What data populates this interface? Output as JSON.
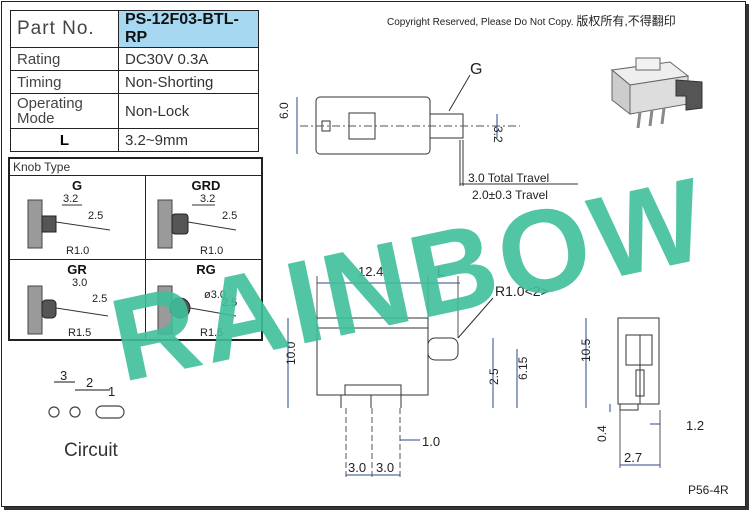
{
  "copyright": {
    "latin": "Copyright Reserved, Please Do Not Copy.",
    "cjk": "版权所有,不得翻印"
  },
  "spec_table": {
    "part_no_label": "Part No.",
    "part_no_value": "PS-12F03-BTL-RP",
    "rating_label": "Rating",
    "rating_value": "DC30V 0.3A",
    "timing_label": "Timing",
    "timing_value": "Non-Shorting",
    "operating_mode_label_1": "Operating",
    "operating_mode_label_2": "Mode",
    "operating_mode_value": "Non-Lock",
    "l_label": "L",
    "l_value": "3.2~9mm"
  },
  "knob": {
    "title": "Knob Type",
    "types": [
      "G",
      "GRD",
      "GR",
      "RG"
    ],
    "dims": {
      "g_w": "3.2",
      "g_h": "2.5",
      "g_r": "R1.0",
      "grd_w": "3.2",
      "grd_h": "2.5",
      "grd_r": "R1.0",
      "gr_w": "3.0",
      "gr_h": "2.5",
      "gr_r": "R1.5",
      "rg_d": "ø3.0",
      "rg_h": "2.5",
      "rg_r": "R1.5"
    }
  },
  "watermark": "RAINBOW",
  "top_view": {
    "knob_label": "G",
    "width_dim": "6.0",
    "knob_dim": "3.2",
    "total_travel": "3.0 Total Travel",
    "travel": "2.0±0.3 Travel"
  },
  "front_view": {
    "length_dim": "12.4",
    "l_dim": "L",
    "radius_dim": "R1.0<2>",
    "height_dim": "10.0",
    "knob_h_dim": "2.5",
    "knob_top_dim": "6.15",
    "pin_w_dim": "1.0",
    "pitch_1": "3.0",
    "pitch_2": "3.0"
  },
  "side_view": {
    "height_dim": "10.5",
    "thk_dim": "0.4",
    "dim_27": "2.7",
    "dim_12": "1.2"
  },
  "circuit": {
    "label": "Circuit",
    "pins": [
      "3",
      "2",
      "1"
    ]
  },
  "page_no": "P56-4R",
  "colors": {
    "watermark": "#3fbf9a",
    "part_no_bg": "#a6d8f2",
    "dim_line": "#2a4a8a"
  }
}
